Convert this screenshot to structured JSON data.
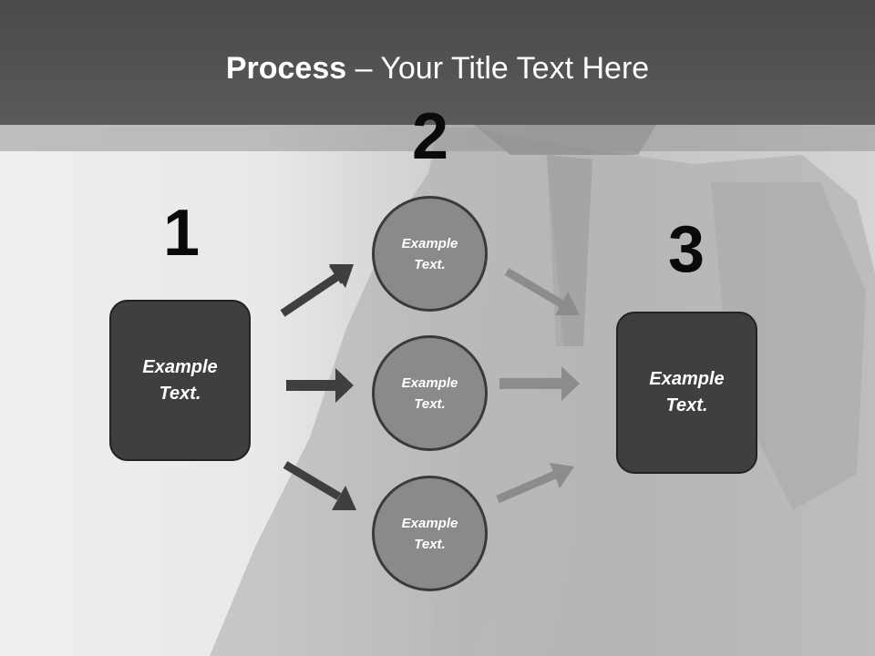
{
  "title": {
    "bold": "Process",
    "rest": " – Your Title Text Here"
  },
  "steps": {
    "n1": "1",
    "n2": "2",
    "n3": "3"
  },
  "left_box": {
    "text": "Example Text."
  },
  "circles": [
    {
      "text": "Example Text."
    },
    {
      "text": "Example Text."
    },
    {
      "text": "Example Text."
    }
  ],
  "right_box": {
    "text": "Example Text."
  },
  "colors": {
    "dark_arrow": "#3f3f3f",
    "light_arrow": "#8c8c8c",
    "box_fill": "#3f3f3f",
    "circle_fill": "#8a8a8a"
  }
}
